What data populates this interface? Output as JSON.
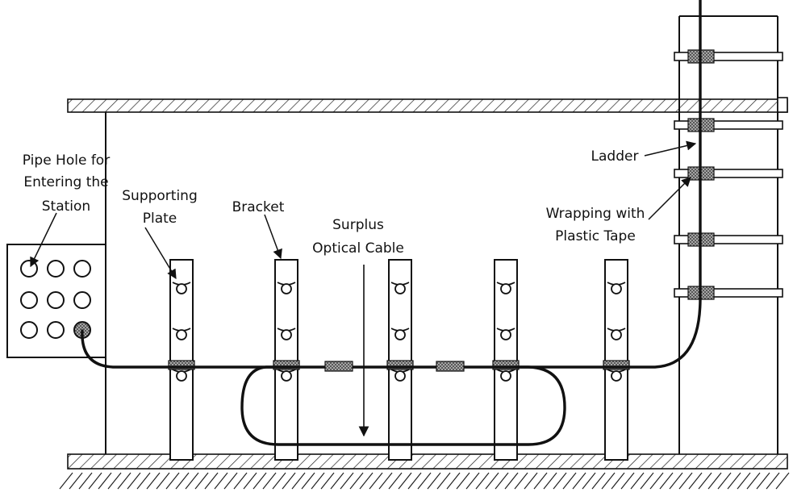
{
  "labels": {
    "pipe_hole": [
      "Pipe Hole for",
      "Entering the",
      "Station"
    ],
    "supporting_plate": [
      "Supporting",
      "Plate"
    ],
    "bracket": [
      "Bracket"
    ],
    "surplus_cable": [
      "Surplus",
      "Optical Cable"
    ],
    "ladder": [
      "Ladder"
    ],
    "wrapping": [
      "Wrapping with",
      "Plastic Tape"
    ]
  },
  "colors": {
    "line": "#111111",
    "hatch": "#222222",
    "background": "#ffffff",
    "tape": "#9a9a9a"
  },
  "icons": {
    "pipe_hole": "circle-outline",
    "pipe_hole_used": "crosshatched-circle",
    "clamp": "cable-clamp",
    "tape_wrap": "crosshatched-band"
  }
}
